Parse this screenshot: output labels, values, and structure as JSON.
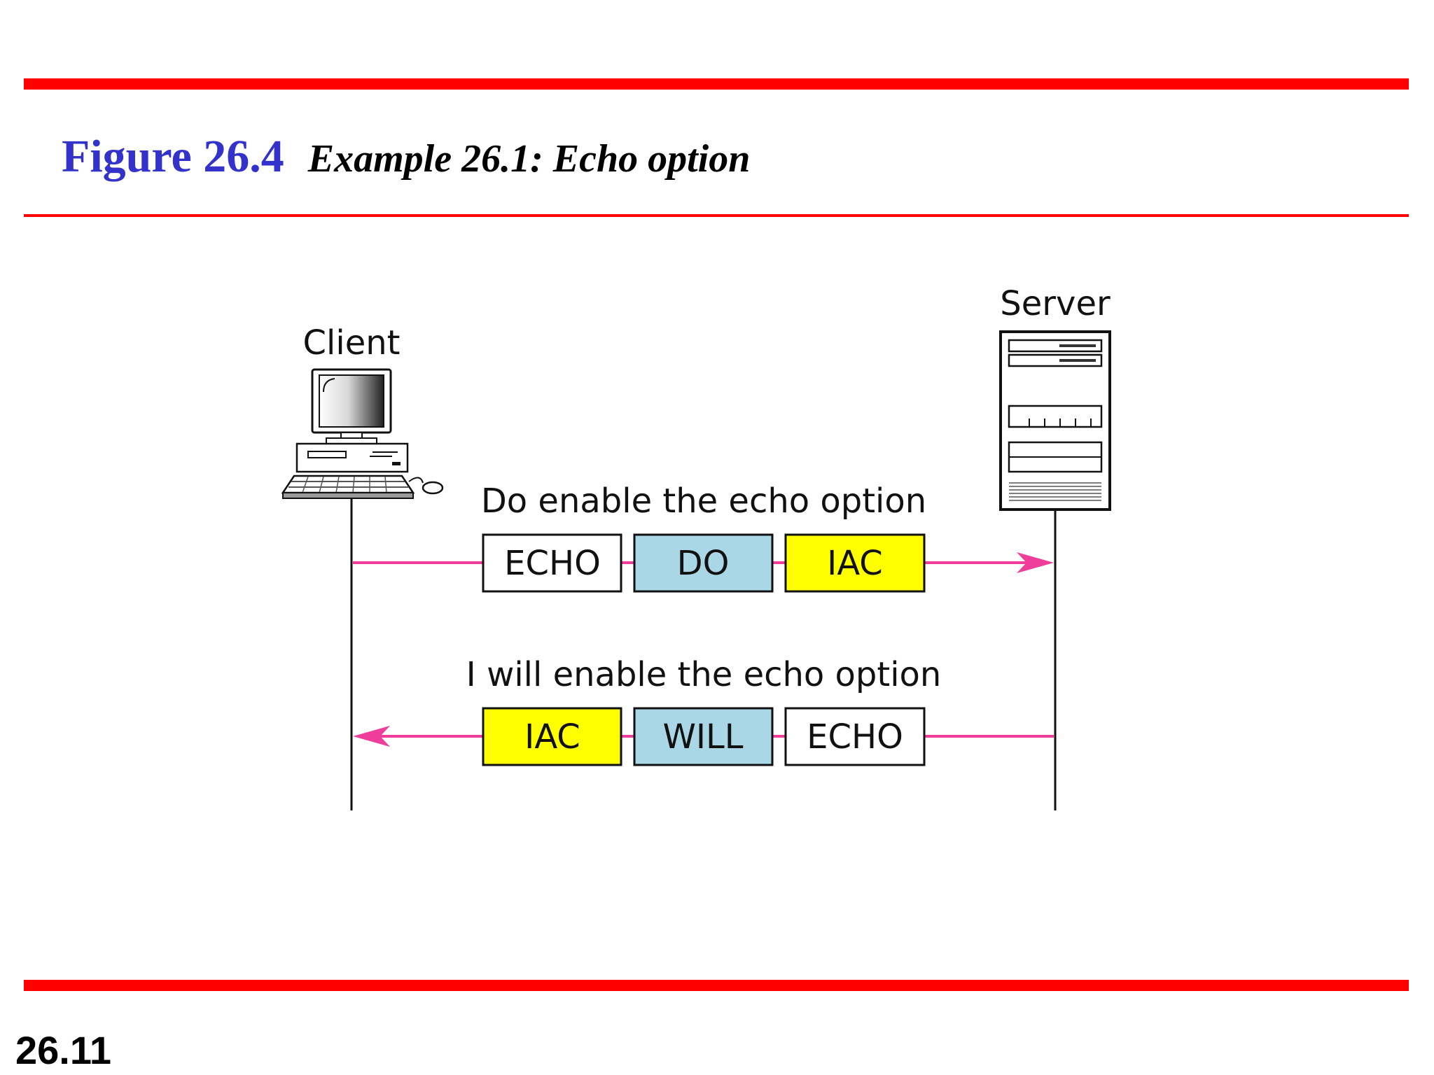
{
  "figure": {
    "number": "Figure 26.4",
    "caption": "Example 26.1: Echo option"
  },
  "page_number": "26.11",
  "colors": {
    "rule": "#ff0000",
    "figure_number": "#3333cc",
    "arrow": "#ee3d9a",
    "iac_fill": "#ffff00",
    "command_fill": "#a9d7e6",
    "option_fill": "#ffffff"
  },
  "diagram": {
    "client": {
      "label": "Client",
      "icon": "desktop-computer-icon"
    },
    "server": {
      "label": "Server",
      "icon": "server-tower-icon"
    },
    "messages": [
      {
        "caption": "Do enable the echo option",
        "direction": "client-to-server",
        "fields": [
          "ECHO",
          "DO",
          "IAC"
        ]
      },
      {
        "caption": "I will enable the echo option",
        "direction": "server-to-client",
        "fields": [
          "IAC",
          "WILL",
          "ECHO"
        ]
      }
    ]
  }
}
